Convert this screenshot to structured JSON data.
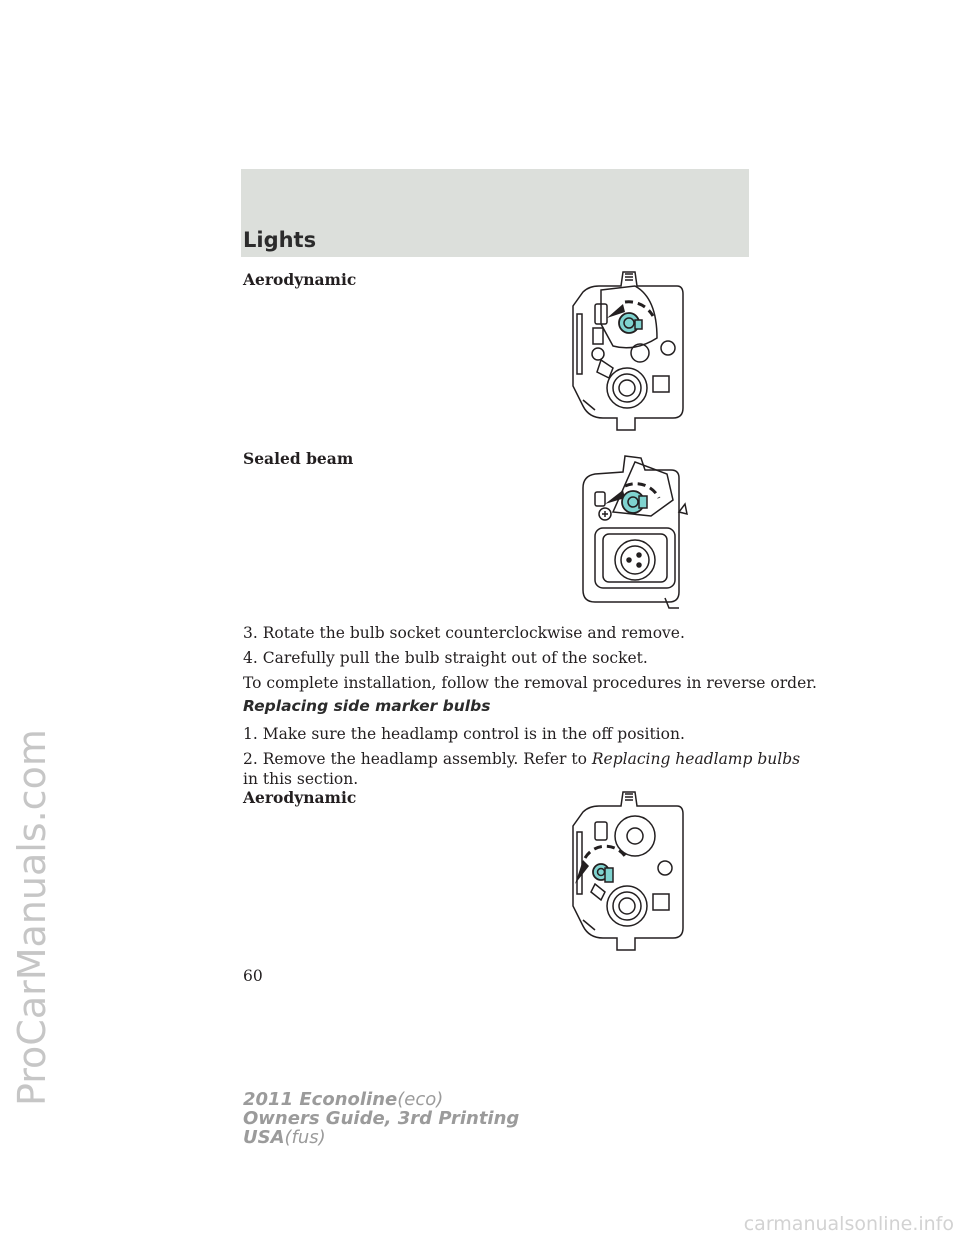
{
  "header": {
    "title": "Lights"
  },
  "watermarks": {
    "side": "ProCarManuals.com",
    "bottom": "carmanualsonline.info"
  },
  "content": {
    "label_aero_1": "Aerodynamic",
    "label_sealed": "Sealed beam",
    "step3": "3. Rotate the bulb socket counterclockwise and remove.",
    "step4": "4. Carefully pull the bulb straight out of the socket.",
    "complete": "To complete installation, follow the removal procedures in reverse order.",
    "subsection": "Replacing side marker bulbs",
    "step1": "1. Make sure the headlamp control is in the off position.",
    "step2_prefix": "2. Remove the headlamp assembly. Refer to ",
    "step2_link": "Replacing headlamp bulbs",
    "step2_suffix": "in this section.",
    "label_aero_2": "Aerodynamic"
  },
  "page_number": "60",
  "footer": {
    "line1_bold": "2011 Econoline",
    "line1_light": "(eco)",
    "line2": "Owners Guide, 3rd Printing",
    "line3_bold": "USA",
    "line3_light": "(fus)"
  },
  "colors": {
    "header_band": "#dcdfdb",
    "highlight": "#7fd3cf"
  }
}
